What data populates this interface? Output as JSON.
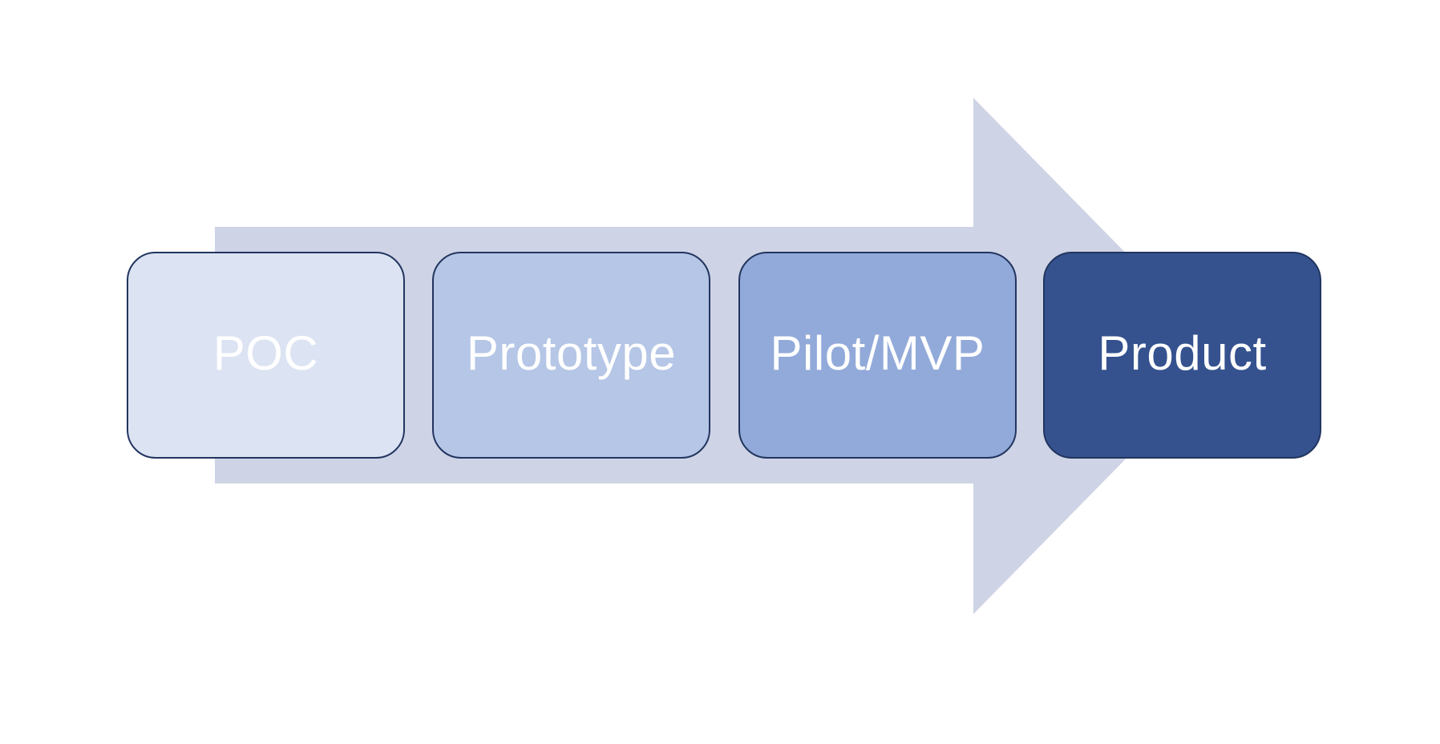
{
  "diagram": {
    "type": "process-flow",
    "background_color": "#FFFFFF",
    "arrow": {
      "name": "forward-arrow",
      "fill": "#CED3E6",
      "direction": "right"
    },
    "box_border_color": "#22355F",
    "label_color": "#FFFFFF",
    "stages": [
      {
        "label": "POC",
        "fill": "#DCE3F2"
      },
      {
        "label": "Prototype",
        "fill": "#B5C6E6"
      },
      {
        "label": "Pilot/MVP",
        "fill": "#92AAD9"
      },
      {
        "label": "Product",
        "fill": "#35528F"
      }
    ]
  }
}
